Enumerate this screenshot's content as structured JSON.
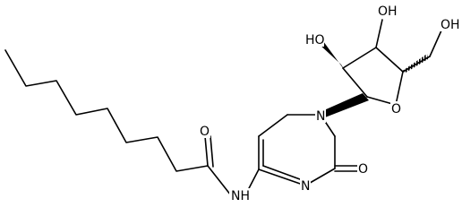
{
  "molecule": {
    "atom_labels": {
      "oh_c3": "OH",
      "oh_c2": "HO",
      "oh_c5": "OH",
      "ring_oxygen": "O",
      "n1": "N",
      "n3": "N",
      "carbonyl_o_ring": "O",
      "carbonyl_o_amide": "O",
      "amide_nh": "NH"
    }
  }
}
